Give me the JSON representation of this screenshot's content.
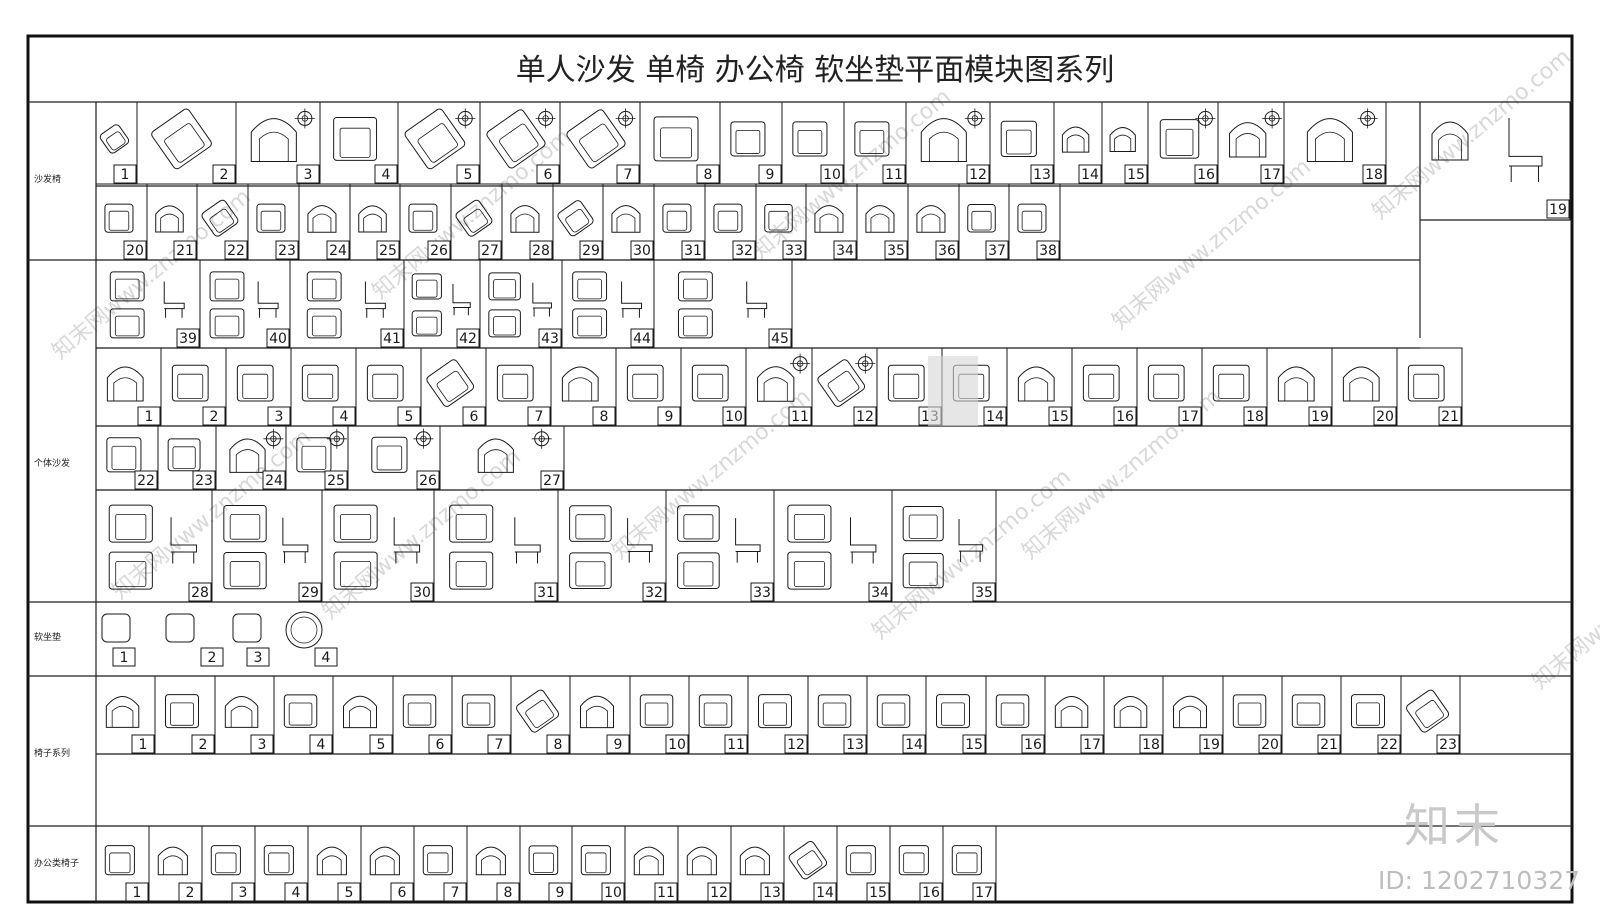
{
  "sheet": {
    "title": "单人沙发    单椅    办公椅    软坐垫平面模块图系列"
  },
  "sections": [
    {
      "key": "sofa_chair",
      "label": "沙发椅"
    },
    {
      "key": "single_sofa",
      "label": "个体沙发"
    },
    {
      "key": "cushion",
      "label": "软坐垫"
    },
    {
      "key": "chair_series",
      "label": "椅子系列"
    },
    {
      "key": "office_chair",
      "label": "办公类椅子"
    }
  ],
  "watermarks": {
    "repeated_text": "知末网www.znzmo.com",
    "brand": "知末",
    "id": "ID: 1202710327"
  },
  "blocks": {
    "row1_numbers": [
      "1",
      "2",
      "3",
      "4",
      "5",
      "6",
      "7",
      "8",
      "9",
      "10",
      "11",
      "12",
      "13",
      "14",
      "15",
      "16",
      "17",
      "18",
      "19"
    ],
    "row2_numbers": [
      "20",
      "21",
      "22",
      "23",
      "24",
      "25",
      "26",
      "27",
      "28",
      "29",
      "30",
      "31",
      "32",
      "33",
      "34",
      "35",
      "36",
      "37",
      "38"
    ],
    "row3_numbers": [
      "39",
      "40",
      "41",
      "42",
      "43",
      "44",
      "45"
    ],
    "row4_numbers": [
      "1",
      "2",
      "3",
      "4",
      "5",
      "6",
      "7",
      "8",
      "9",
      "10",
      "11",
      "12",
      "13",
      "14",
      "15",
      "16",
      "17",
      "18",
      "19",
      "20",
      "21"
    ],
    "row5_numbers": [
      "22",
      "23",
      "24",
      "25",
      "26",
      "27"
    ],
    "row6_numbers": [
      "28",
      "29",
      "30",
      "31",
      "32",
      "33",
      "34",
      "35"
    ],
    "row7_numbers": [
      "1",
      "2",
      "3",
      "4"
    ],
    "row8_numbers": [
      "1",
      "2",
      "3",
      "4",
      "5",
      "6",
      "7",
      "8",
      "9",
      "10",
      "11",
      "12",
      "13",
      "14",
      "15",
      "16",
      "17",
      "18",
      "19",
      "20",
      "21",
      "22",
      "23"
    ],
    "row9_numbers": [
      "1",
      "2",
      "3",
      "4",
      "5",
      "6",
      "7",
      "8",
      "9",
      "10",
      "11",
      "12",
      "13",
      "14",
      "15",
      "16",
      "17"
    ]
  },
  "colors": {
    "ink": "#1a1a1a",
    "frame": "#111111",
    "watermark": "#c8c8c8",
    "highlight": "#d6d6d6"
  }
}
